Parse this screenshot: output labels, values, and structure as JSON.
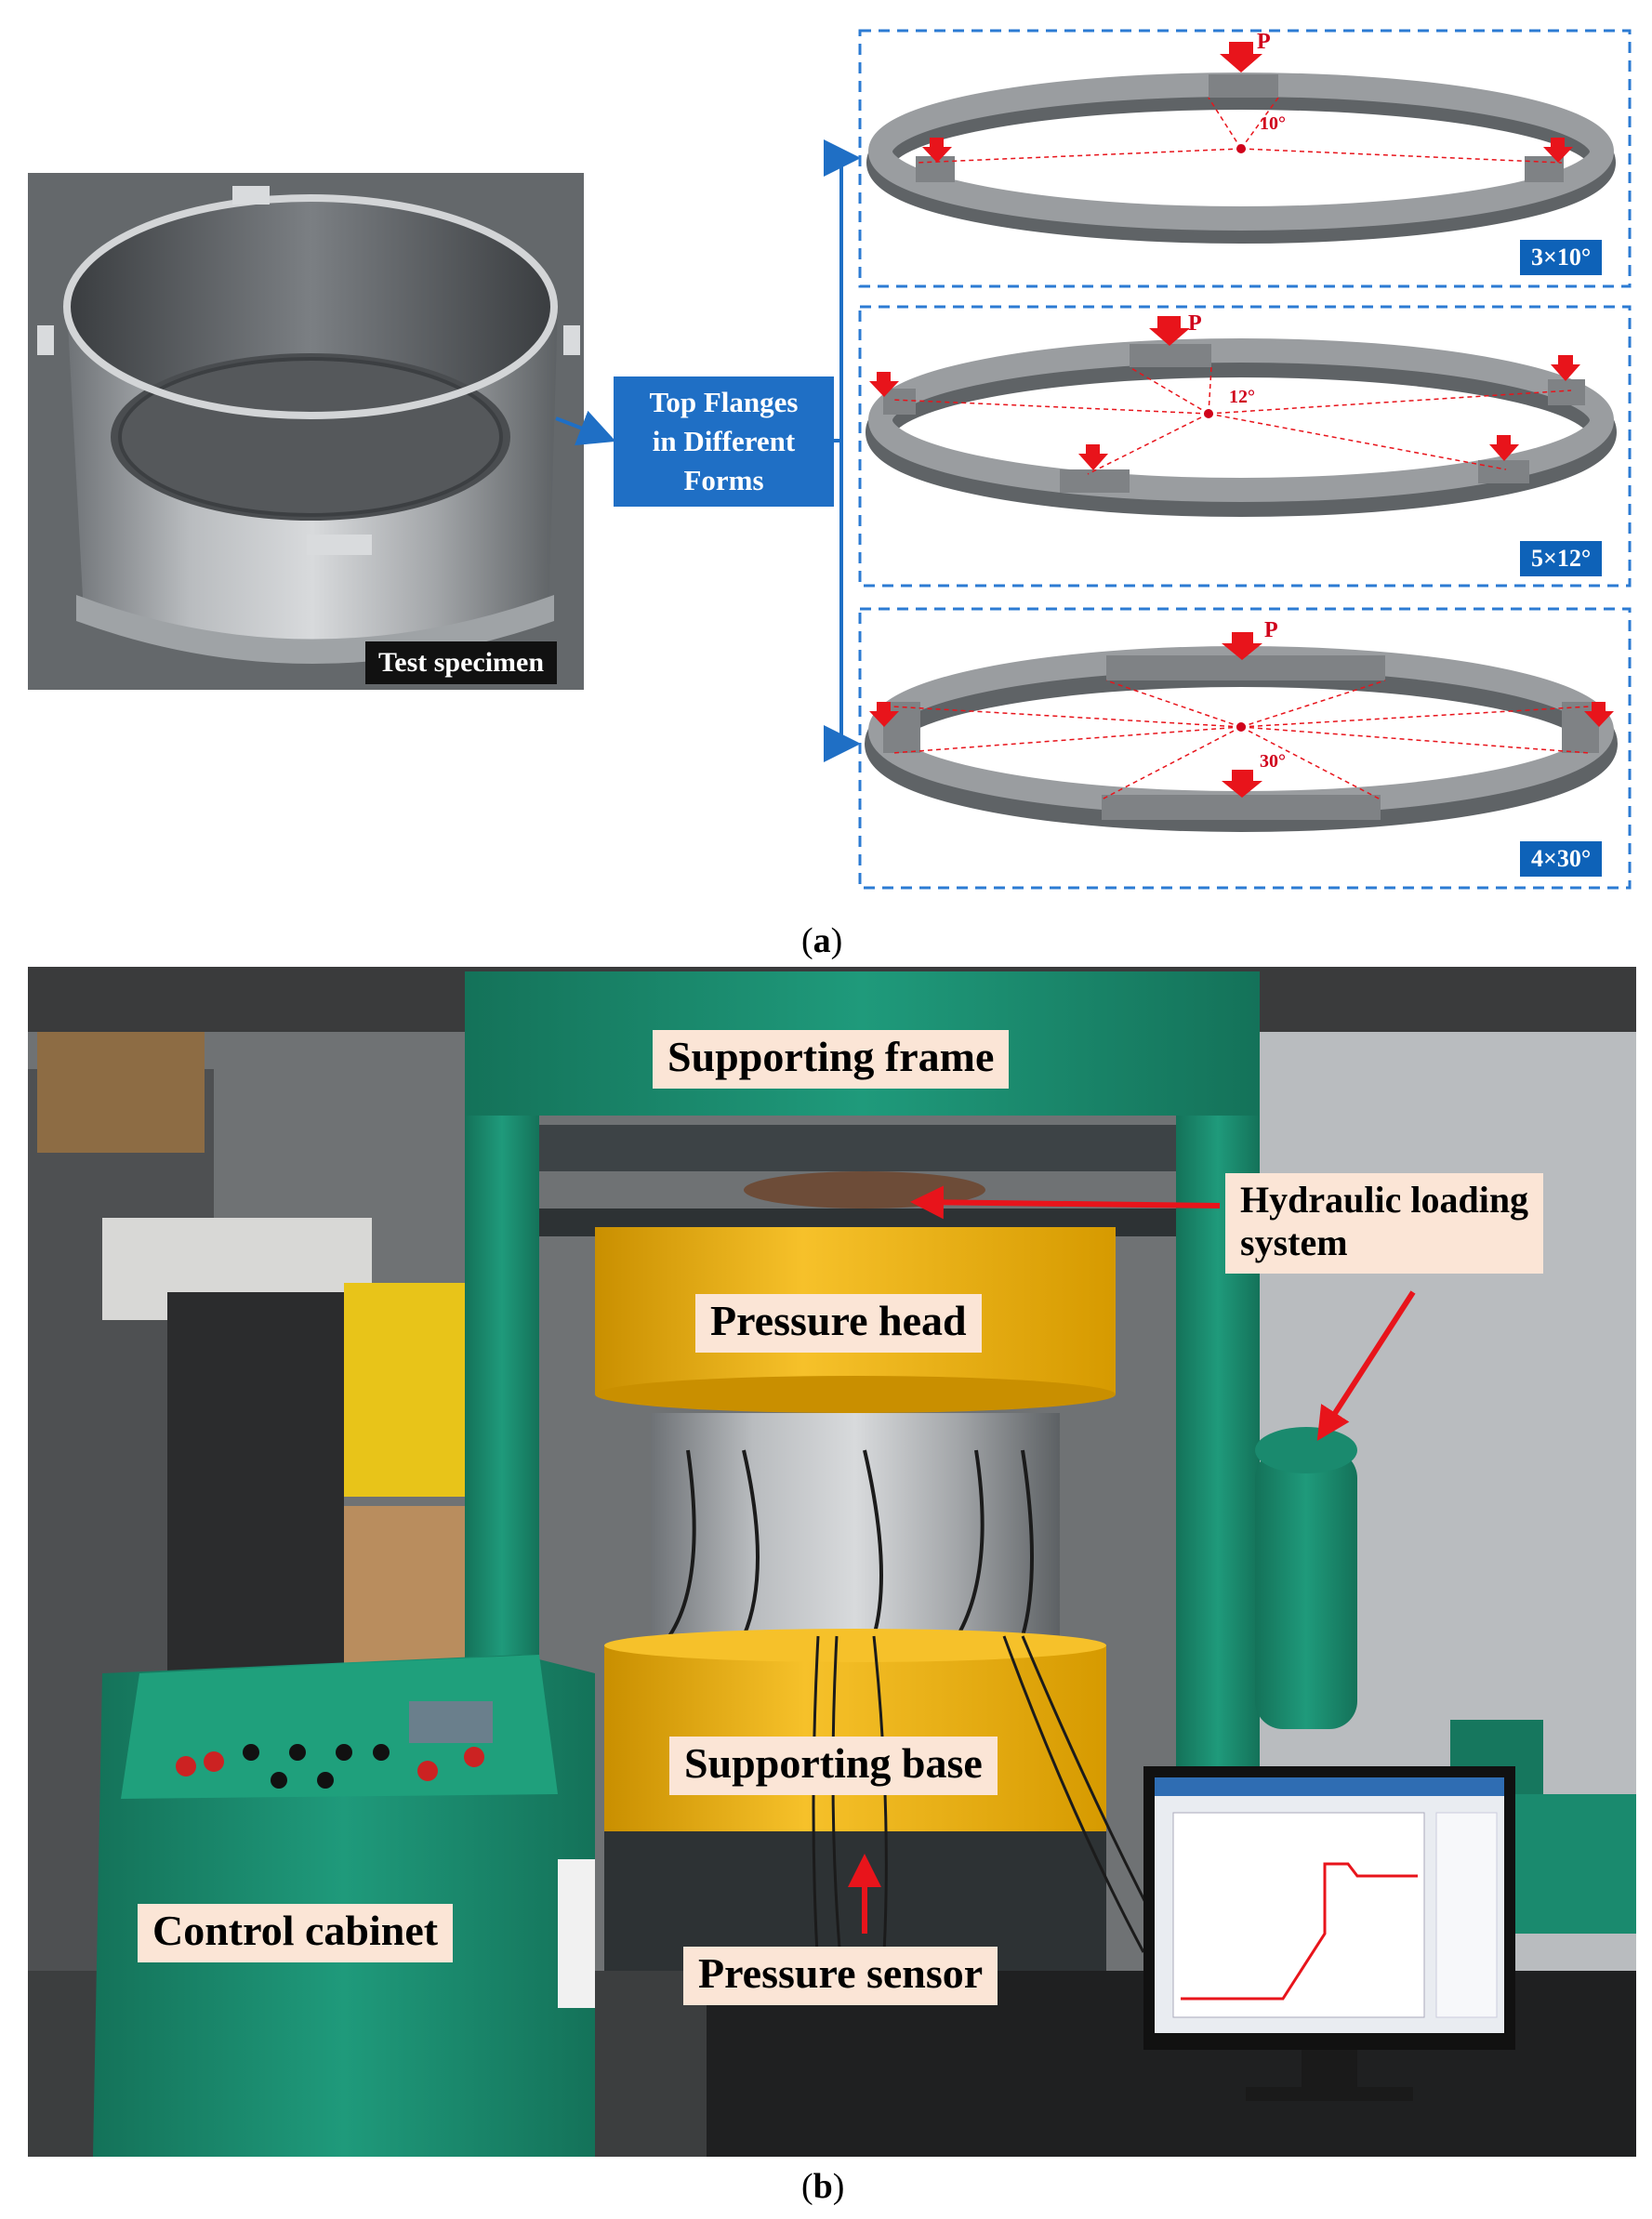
{
  "panel_a": {
    "photo_label": "Test specimen",
    "center_box_line1": "Top Flanges",
    "center_box_line2": "in Different",
    "center_box_line3": "Forms",
    "forms": [
      {
        "badge": "3×10°",
        "load": "P",
        "angle": "10°"
      },
      {
        "badge": "5×12°",
        "load": "P",
        "angle": "12°"
      },
      {
        "badge": "4×30°",
        "load": "P",
        "angle": "30°"
      }
    ],
    "caption": "a"
  },
  "panel_b": {
    "labels": {
      "supporting_frame": "Supporting frame",
      "hydraulic_line1": "Hydraulic loading",
      "hydraulic_line2": "system",
      "pressure_head": "Pressure head",
      "supporting_base": "Supporting base",
      "control_cabinet": "Control cabinet",
      "pressure_sensor": "Pressure sensor"
    },
    "caption": "b"
  },
  "colors": {
    "accent_blue": "#1f6fc5",
    "badge_blue": "#0e62b8",
    "arrow_red": "#e8141b",
    "frame_green": "#1a8a6e",
    "pressure_yellow": "#f2b705",
    "label_bg": "#fbe5d6"
  }
}
